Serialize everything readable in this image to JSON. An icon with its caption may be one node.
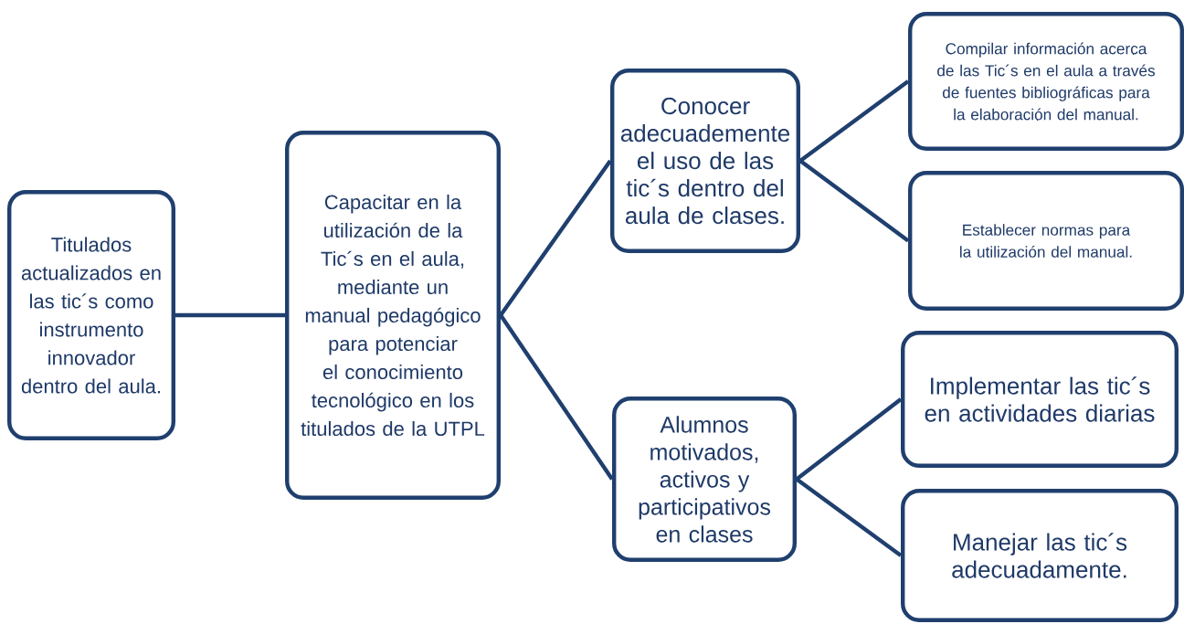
{
  "diagram": {
    "nodes": [
      {
        "text": [
          "Titulados actualizados en las tic´s como instrumento innovador dentro del aula."
        ]
      },
      {
        "text": [
          "Capacitar en la utilización de la Tic´s en el aula, mediante un manual pedagógico para potenciar el conocimiento tecnológico en los titulados de la UTPL"
        ]
      },
      {
        "text": [
          "Conocer adecuademente el uso de las tic´s dentro del aula de clases."
        ]
      },
      {
        "text": [
          "Compilar información acerca de las Tic´s en el aula a través de fuentes bibliográficas para la elaboración del manual."
        ]
      },
      {
        "text": [
          "Establecer normas para la utilización del manual."
        ]
      },
      {
        "text": [
          "Alumnos motivados, activos y participativos en clases"
        ]
      },
      {
        "text": [
          "Implementar las tic´s en actividades diarias"
        ]
      },
      {
        "text": [
          "Manejar las tic´s adecuadamente."
        ]
      }
    ],
    "edges": [
      {
        "from": 0,
        "to": 1,
        "arrow": "none"
      },
      {
        "from": 1,
        "to": 2,
        "arrow": "none"
      },
      {
        "from": 1,
        "to": 5,
        "arrow": "none"
      },
      {
        "from": 2,
        "to": 3,
        "arrow": "none"
      },
      {
        "from": 2,
        "to": 4,
        "arrow": "none"
      },
      {
        "from": 5,
        "to": 6,
        "arrow": "none"
      },
      {
        "from": 5,
        "to": 7,
        "arrow": "none"
      }
    ]
  }
}
